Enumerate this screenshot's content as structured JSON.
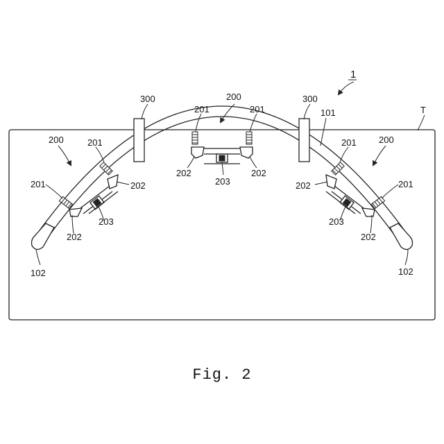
{
  "figure": {
    "caption": "Fig. 2",
    "labels": {
      "device": "1",
      "table": "T",
      "track": "101",
      "track_end": "102",
      "unit": "200",
      "sensor": "201",
      "guide": "202",
      "actuator": "203",
      "post": "300"
    }
  }
}
